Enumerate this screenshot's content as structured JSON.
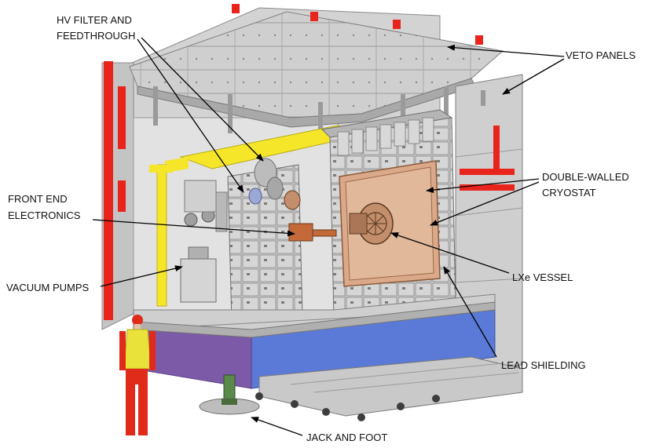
{
  "labels": {
    "hv_filter_line1": "HV FILTER AND",
    "hv_filter_line2": "FEEDTHROUGH",
    "front_end_line1": "FRONT END",
    "front_end_line2": "ELECTRONICS",
    "vacuum_pumps": "VACUUM PUMPS",
    "veto_panels": "VETO PANELS",
    "cryostat_line1": "DOUBLE-WALLED",
    "cryostat_line2": "CRYOSTAT",
    "lxe_vessel": "LXe VESSEL",
    "lead_shielding": "LEAD SHIELDING",
    "jack_and_foot": "JACK AND FOOT"
  },
  "colors": {
    "frame_red": "#e8241c",
    "panel_grey": "#c8c8c8",
    "panel_dark": "#9a9a9a",
    "platform_blue": "#5b79d6",
    "platform_purple": "#7d5aa8",
    "cryostat_copper": "#d9a98a",
    "support_yellow": "#f5e62a",
    "worker_red": "#e02a1a",
    "worker_yellow": "#e9e23a"
  }
}
